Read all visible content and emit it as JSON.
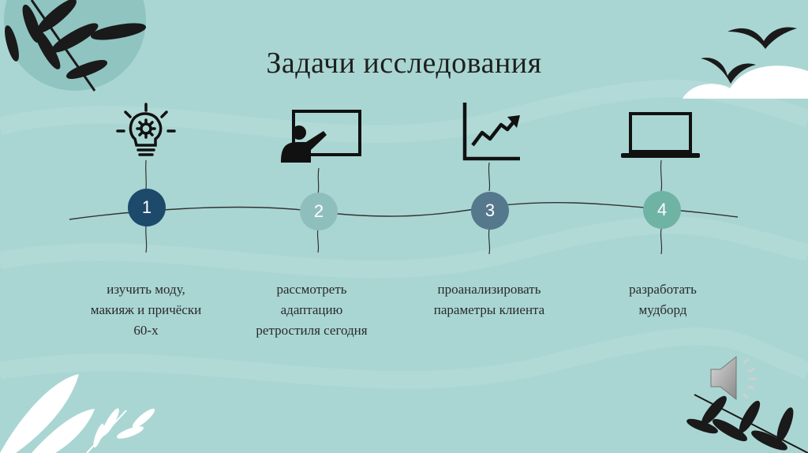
{
  "slide": {
    "title": "Задачи исследования",
    "steps": [
      {
        "number": "1",
        "caption_lines": [
          "изучить моду,",
          "макияж и причёски",
          "60-х"
        ],
        "icon": "lightbulb-gear-icon",
        "color": "#1d4a6b"
      },
      {
        "number": "2",
        "caption_lines": [
          "рассмотреть",
          "адаптацию",
          "ретростиля сегодня"
        ],
        "icon": "presenter-board-icon",
        "color": "#8fbfbd"
      },
      {
        "number": "3",
        "caption_lines": [
          "проанализировать",
          "параметры клиента"
        ],
        "icon": "growth-chart-icon",
        "color": "#55788d"
      },
      {
        "number": "4",
        "caption_lines": [
          "разработать",
          "мудборд"
        ],
        "icon": "laptop-icon",
        "color": "#6fb3a5"
      }
    ],
    "audio_icon": "speaker-icon"
  }
}
